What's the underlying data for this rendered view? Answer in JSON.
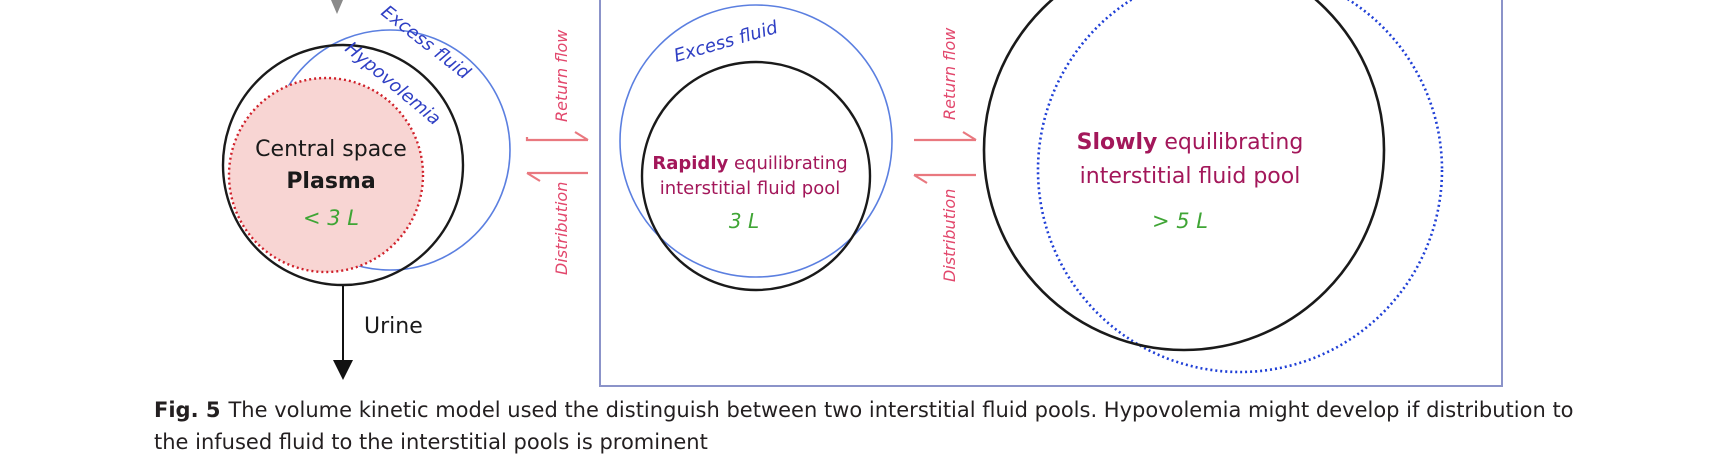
{
  "diagram": {
    "central": {
      "excess_label": "Excess fluid",
      "hypovolemia_label": "Hypovolemia",
      "title": "Central space",
      "subtitle": "Plasma",
      "volume": "< 3 L"
    },
    "urine_label": "Urine",
    "exchange_left": {
      "return_label": "Return flow",
      "distribution_label": "Distribution"
    },
    "rapid_pool": {
      "excess_label": "Excess fluid",
      "title_bold": "Rapidly",
      "title_rest": " equilibrating",
      "line2": "interstitial fluid pool",
      "volume": "3 L"
    },
    "exchange_right": {
      "return_label": "Return flow",
      "distribution_label": "Distribution"
    },
    "slow_pool": {
      "title_bold": "Slowly",
      "title_rest": " equilibrating",
      "line2": "interstitial fluid pool",
      "volume": "> 5 L"
    },
    "colors": {
      "blue_outline": "#5b7fe0",
      "dotted_blue": "#1f3fd6",
      "plasma_fill": "#f8d5d3",
      "plasma_dots": "#d0202a",
      "arrow_pink": "#e9787f",
      "frame": "#8b93c9"
    }
  },
  "caption": {
    "label": "Fig. 5",
    "text": "The volume kinetic model used the distinguish between two interstitial fluid pools. Hypovolemia might develop if distribution to the infused fluid to the interstitial pools is prominent"
  }
}
